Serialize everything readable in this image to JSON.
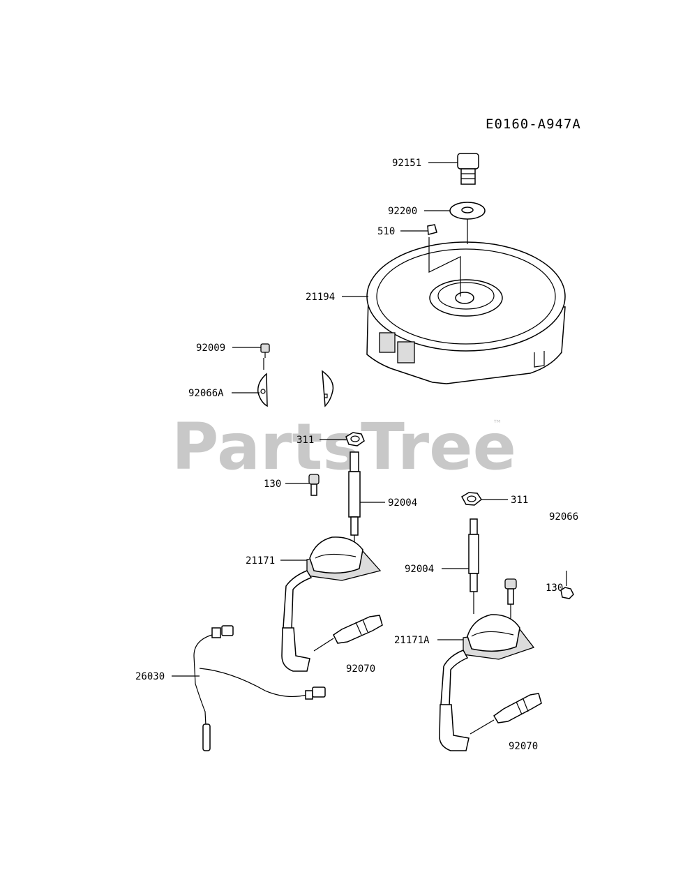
{
  "diagram_code": "E0160-A947A",
  "watermark": {
    "text": "PartsTree",
    "trademark": "™"
  },
  "parts": {
    "p92151": "92151",
    "p92200": "92200",
    "p510": "510",
    "p21194": "21194",
    "p92009": "92009",
    "p92066A": "92066A",
    "p311a": "311",
    "p130a": "130",
    "p92004a": "92004",
    "p311b": "311",
    "p92066": "92066",
    "p21171": "21171",
    "p92004b": "92004",
    "p130b": "130",
    "p92070a": "92070",
    "p21171A": "21171A",
    "p26030": "26030",
    "p92070b": "92070"
  }
}
